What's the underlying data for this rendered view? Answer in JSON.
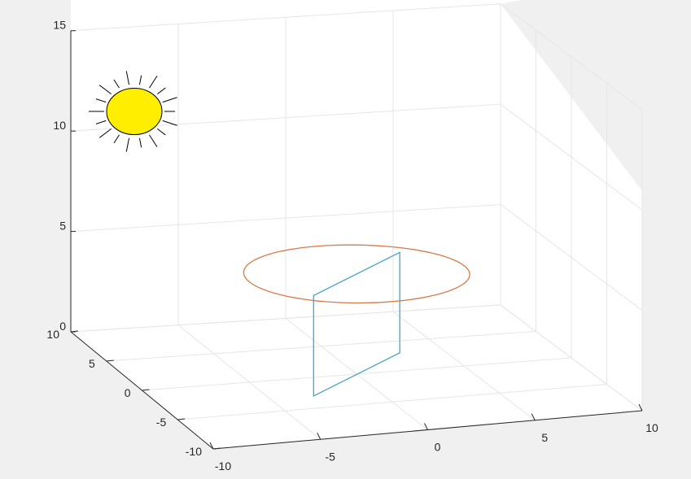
{
  "chart_data": {
    "type": "3d-line",
    "view": "matlab-3d-default",
    "xlim": [
      -10,
      10
    ],
    "ylim": [
      -10,
      10
    ],
    "zlim": [
      0,
      15
    ],
    "x_ticks": [
      "-10",
      "-5",
      "0",
      "5",
      "10"
    ],
    "y_ticks": [
      "-10",
      "-5",
      "0",
      "5",
      "10"
    ],
    "z_ticks": [
      "0",
      "5",
      "10",
      "15"
    ],
    "grid": true,
    "series": [
      {
        "kind": "polygon",
        "color": "#4aa3c7",
        "points": [
          [
            -3,
            -3,
            0
          ],
          [
            -3,
            -3,
            5
          ],
          [
            3,
            3,
            5
          ],
          [
            3,
            3,
            0
          ]
        ]
      },
      {
        "kind": "circle",
        "color": "#d97a4a",
        "center": [
          0,
          0,
          5
        ],
        "radius": 5
      }
    ],
    "annotations": [
      {
        "kind": "sun-icon",
        "fill": "#ffee00",
        "stroke": "#000000",
        "rays": 18
      }
    ],
    "colors": {
      "figure_bg": "#f0f0f0",
      "axes_bg": "#ffffff",
      "grid": "#e6e6e6",
      "axis": "#262626"
    }
  }
}
